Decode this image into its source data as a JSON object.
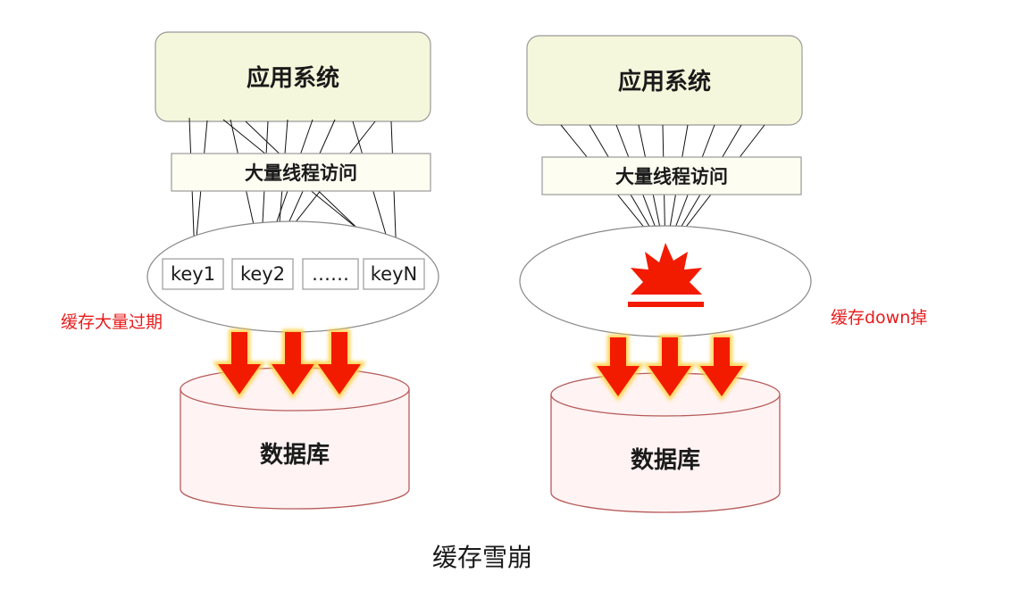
{
  "colors": {
    "app_box_fill": "#f5f7dc",
    "app_box_stroke": "#999999",
    "thread_box_fill": "#fdfdf2",
    "db_fill": "#fff3f3",
    "db_stroke": "#b65a5a",
    "arrow_red": "#f21b00",
    "arrow_glow": "#ffd34d",
    "warning_text": "#e81c1c"
  },
  "left": {
    "app_label": "应用系统",
    "threads_label": "大量线程访问",
    "keys": [
      "key1",
      "key2",
      "……",
      "keyN"
    ],
    "annotation": "缓存大量过期",
    "db_label": "数据库"
  },
  "right": {
    "app_label": "应用系统",
    "threads_label": "大量线程访问",
    "annotation": "缓存down掉",
    "db_label": "数据库",
    "explosion_icon": "explosion-icon"
  },
  "caption": "缓存雪崩"
}
